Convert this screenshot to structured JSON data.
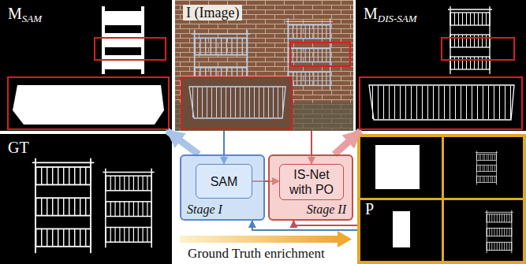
{
  "diagram": {
    "nodes": [
      {
        "text": [
          "M",
          "SAM"
        ]
      },
      {
        "text": [
          "I (Image)"
        ]
      },
      {
        "text": [
          "M",
          "DIS-SAM"
        ]
      },
      {
        "text": [
          "GT"
        ]
      },
      {
        "text": [
          "Stage I"
        ]
      },
      {
        "text": [
          "SAM"
        ],
        "in": 4
      },
      {
        "text": [
          "Stage II"
        ]
      },
      {
        "text": [
          "IS-Net with PO"
        ],
        "in": 6
      },
      {
        "text": [
          "P"
        ]
      }
    ],
    "edges": [
      {
        "from": 1,
        "to": 5,
        "arrow": "to"
      },
      {
        "from": 1,
        "to": 7,
        "arrow": "to"
      },
      {
        "from": 5,
        "to": 7,
        "arrow": "to"
      },
      {
        "from": 4,
        "to": 0,
        "arrow": "to"
      },
      {
        "from": 6,
        "to": 2,
        "arrow": "to"
      },
      {
        "from": 8,
        "to": 4,
        "arrow": "to"
      },
      {
        "from": 8,
        "to": 6,
        "arrow": "to"
      }
    ],
    "labels": [
      "Ground Truth enrichment"
    ]
  }
}
